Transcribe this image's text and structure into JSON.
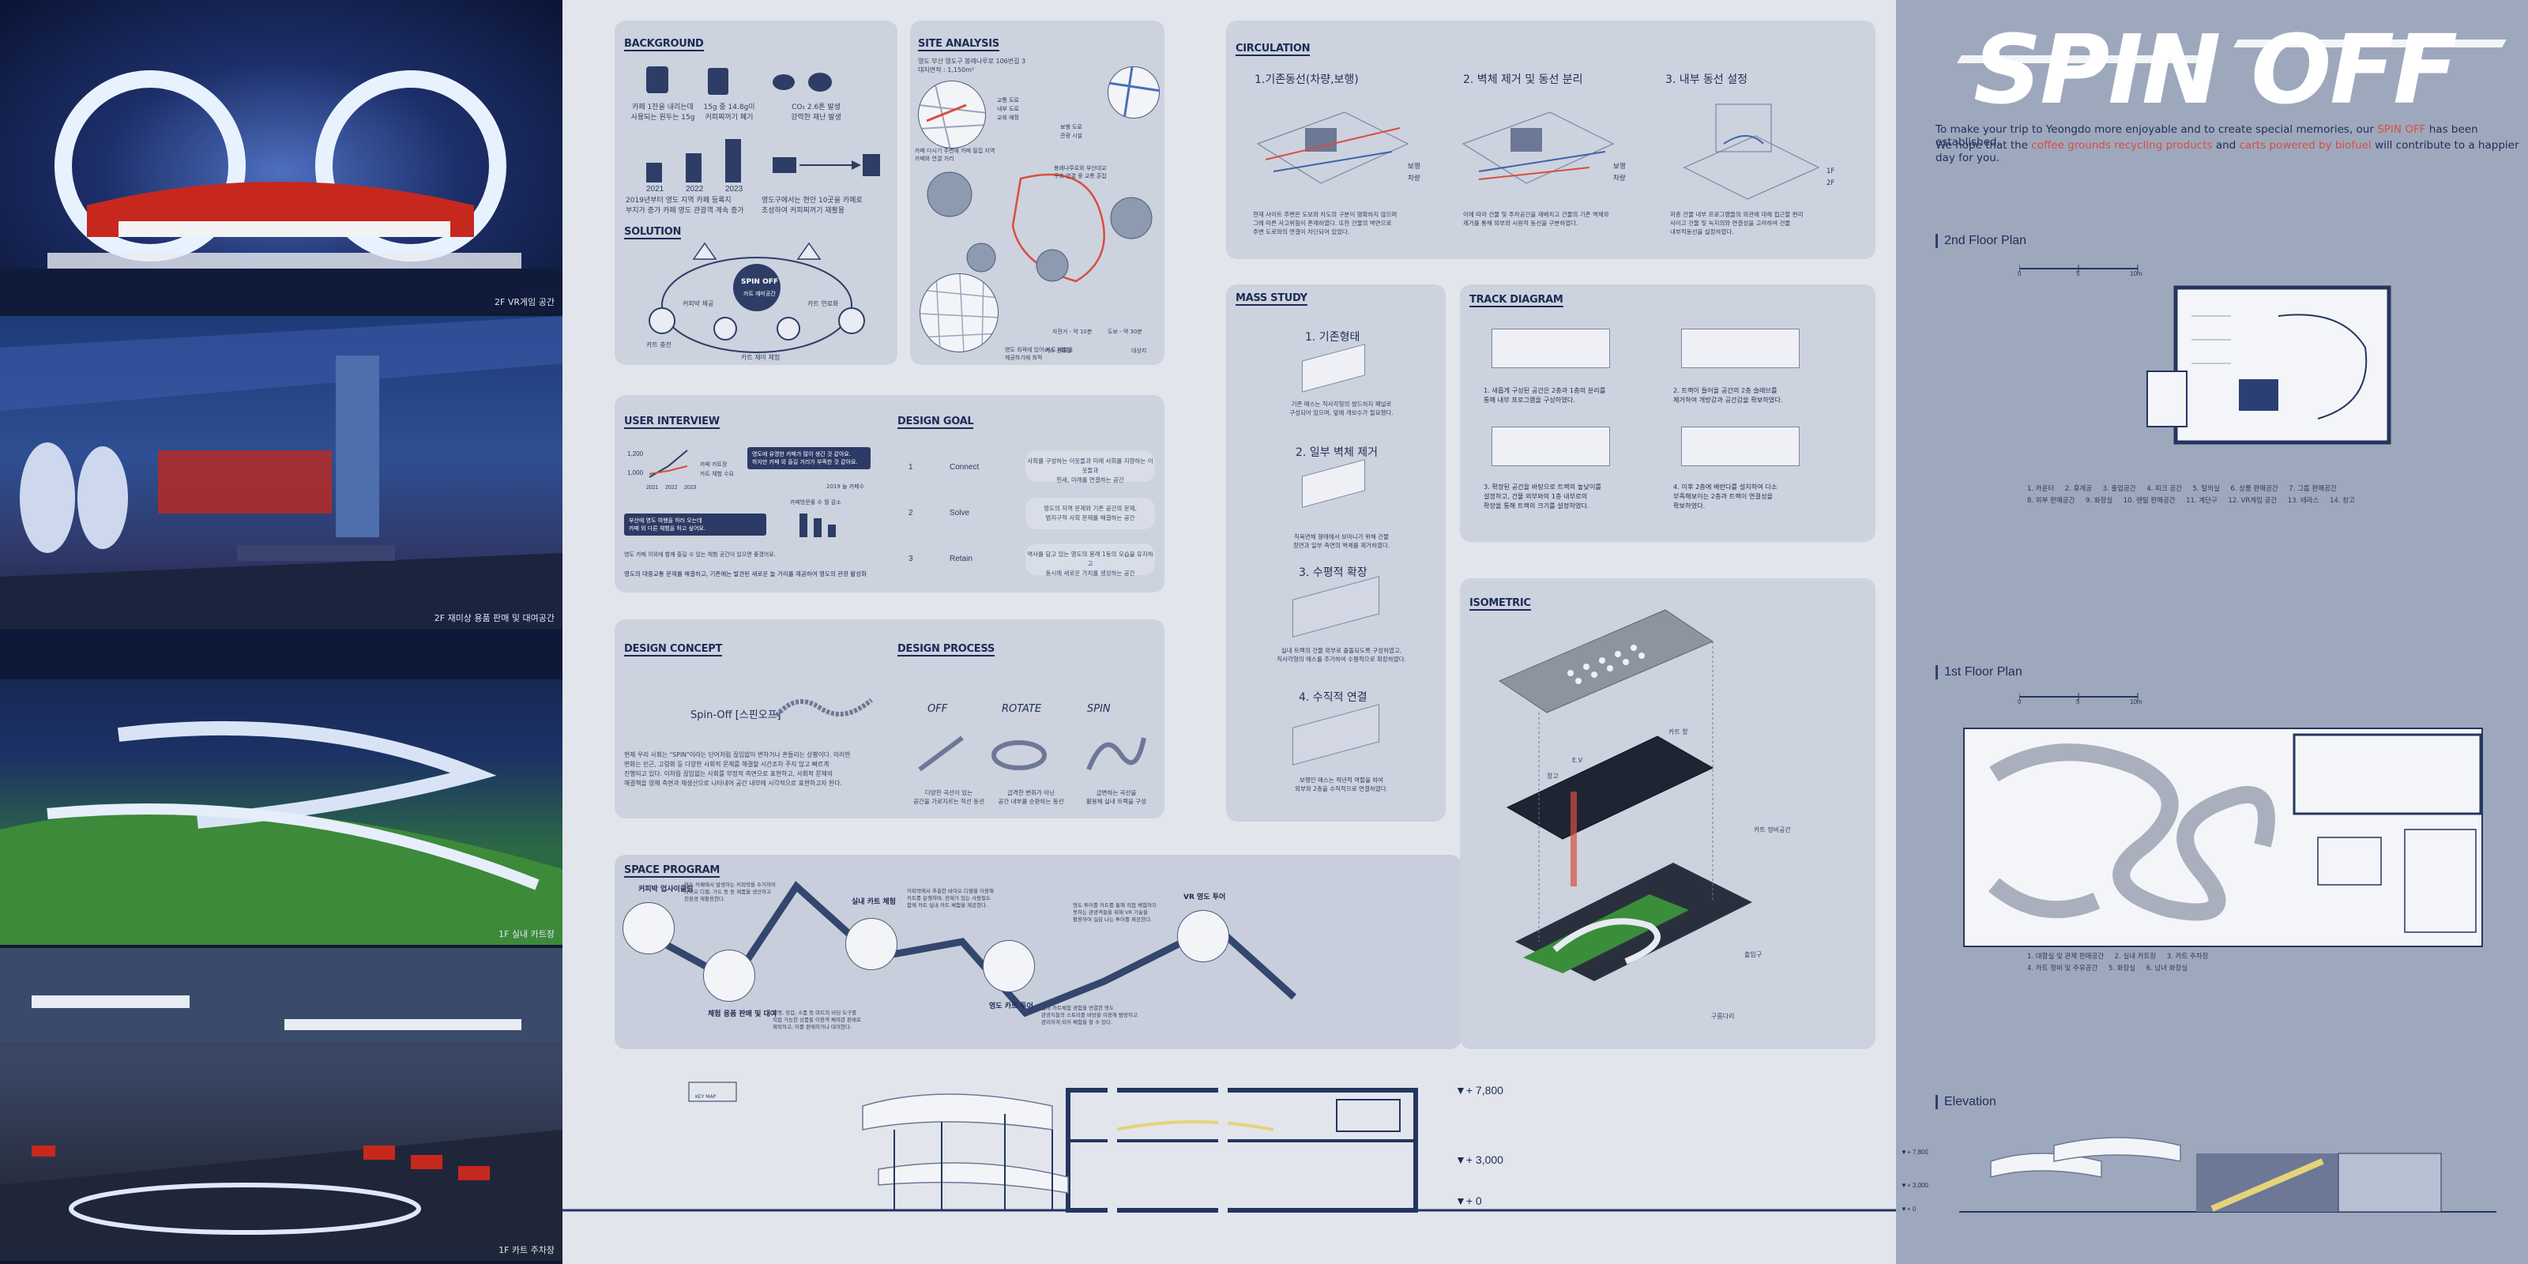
{
  "photos": [
    {
      "caption": "2F VR게임 공간"
    },
    {
      "caption": "2F 재미상 용품 판매 및 대여공간"
    },
    {
      "caption": "1F 실내 카트장"
    },
    {
      "caption": "1F 카트 주차장"
    }
  ],
  "background": {
    "title": "BACKGROUND",
    "note1": "카페 1잔을 내리는데\n사용되는 원두는 15g",
    "note2": "15g 중 14.8g이\n커피찌꺼기 폐기",
    "note3": "CO₂ 2.6톤 발생\n강력한 재난 발생",
    "years": [
      "2021",
      "2022",
      "2023"
    ],
    "text1": "2019년부터 영도 지역 카페 등록지\n부지가 증가 카페 영도 관광객 계속 증가",
    "text2": "영도구에서는 현안 10곳을 카페로\n조성하여 커피찌꺼기 재활용"
  },
  "solution": {
    "title": "SOLUTION",
    "center": "SPIN OFF",
    "center_sub": "카트 재미공간",
    "n1": "커피박 제공",
    "n2": "카트 연료화",
    "n3": "카트 충전",
    "n4": "카트 재미 체험"
  },
  "site": {
    "title": "SITE ANALYSIS",
    "meta": "영도 부산 영도구 봉래나루로 106번길 3\n대지면적 : 1,150m²",
    "legend": [
      "교통 도로",
      "내부 도로",
      "보행 도로",
      "교육 예정",
      "관광 시설"
    ],
    "cap1": "카페 다시기 주변에 카페 밀집 지역\n카페와 연결 거리",
    "cap2": "봉래나루로와 부산대교\n구조 연결 중 교통 혼잡",
    "cap3": "영도 외곽에 있어 카트 체험을\n제공하기에 최적",
    "scale": [
      "자전거 - 약 10분",
      "도보 - 약 30분"
    ],
    "stops": [
      "버스 정류장",
      "대상지"
    ]
  },
  "user": {
    "title": "USER INTERVIEW",
    "years": [
      "2021",
      "2022",
      "2023"
    ],
    "ylabels": [
      "1,200",
      "1,000"
    ],
    "series": [
      "카페 카트장",
      "카트 체험 수요"
    ],
    "q1": "영도에 유명한 카페가 많이 생긴 것 같아요.\n하지만 카페 외 즐길 거리가 부족한 것 같아요.",
    "q2": "부산에 영도 여행을 하러 오는데\n카페 외 다른 체험을 하고 싶어요.",
    "q3": "영도 카페 이외에 함께 즐길 수 있는 체험 공간이 있으면 좋겠어요.",
    "footer": "영도의 대중교통 문제를 해결하고, 기존에는 발견된 새로운 놀 거리를 제공하여 영도의 관광 활성화",
    "stat1": "2019 늘 카페수",
    "stat2": "카페방문률 수 월 감소"
  },
  "goal": {
    "title": "DESIGN GOAL",
    "items": [
      {
        "n": "1",
        "label": "Connect",
        "text": "사회를 구성하는 이웃들과 미래 사회를 지향하는 이웃들과\n현세, 미래를 연결하는 공간"
      },
      {
        "n": "2",
        "label": "Solve",
        "text": "영도의 지역 문제와 기존 공간의 문제,\n범지구적 사회 문제를 해결하는 공간"
      },
      {
        "n": "3",
        "label": "Retain",
        "text": "역사를 담고 있는 영도의 봉래 1동의 모습을 유지하고\n동시에 새로운 가치를 생성하는 공간"
      }
    ]
  },
  "concept": {
    "title": "DESIGN CONCEPT",
    "name": "Spin-Off [스핀오프]",
    "text": "현재 우리 사회는 \"SPIN\"이라는 단어처럼 끊임없이 변하거나 흔들리는 상황이다. 이러한\n변화는 빈곤, 고령화 등 다양한 사회적 문제를 해결할 시간조차 주지 않고 빠르게\n진행되고 있다. 이처럼 끊임없는 사회를 부정적 측면으로 표현하고, 사회적 문제의\n해결책을 영해 측면과 재생산으로 나타내어 공간 내부에 시각적으로 표현하고자 한다."
  },
  "process": {
    "title": "DESIGN PROCESS",
    "steps": [
      {
        "word": "OFF",
        "cap": "다양한 곡선이 있는\n공간을 가로지르는 직선 동선"
      },
      {
        "word": "ROTATE",
        "cap": "급격한 변화가 아닌\n공간 내부를 순환하는 동선"
      },
      {
        "word": "SPIN",
        "cap": "급변하는 곡선을\n활용해 실내 트랙을 구성"
      }
    ]
  },
  "circulation": {
    "title": "CIRCULATION",
    "steps": [
      {
        "label": "1.기존동선(차량,보행)",
        "text": "현재 사이트 주변은 도보와 차도의 구분이 명확하지 않으며\n그에 따른 사고위험이 존재하였다. 또한 건물의 벽면으로\n주변 도로와의 연결이 차단되어 있었다.",
        "legend": [
          "보행",
          "차량"
        ]
      },
      {
        "label": "2. 벽체 제거 및 동선 분리",
        "text": "이에 따라 건물 및 주차공간을 재배치고 건물의 기존 벽체와\n제거를 통해 외부와 시원적 동선을 구분하였다.",
        "legend": [
          "보행",
          "차량"
        ]
      },
      {
        "label": "3. 내부 동선 설정",
        "text": "저층 건물 내부 프로그램들의 외관에 대해 접근할 편리\n사이고 건물 및 녹지의와 연결성을 고려하여 건물\n내부적동선을 설정하였다.",
        "legend": [
          "1F",
          "2F"
        ]
      }
    ]
  },
  "mass": {
    "title": "MASS STUDY",
    "steps": [
      {
        "label": "1. 기존형태",
        "text": "기존 매스는 직사각형의 쌍드히지 패널로\n구성되어 있으며, 앞에 개보수가 필요했다."
      },
      {
        "label": "2. 일부 벽체 제거",
        "text": "직육면체 형태에서 보마니가 위해 건물\n정면과 일부 측면의 벽체를 제거하였다."
      },
      {
        "label": "3. 수평적 확장",
        "text": "실내 트랙의 건물 외부로 출돌되도록 구성하였고,\n직사각형의 매스를 추가하여 수평적으로 확장하였다."
      },
      {
        "label": "4. 수직적 연결",
        "text": "보행인 매스는 적년적 역할을 하여\n외부와 2층을 수직적으로 연결하였다."
      }
    ]
  },
  "track": {
    "title": "TRACK DIAGRAM",
    "steps": [
      {
        "text": "1. 새롭게 구성된 공간은 2층과 1층의 분리를\n통해 내부 프로그램을 구성하였다."
      },
      {
        "text": "2. 트랙이 들어올 공간의 2층 슬래브를\n제거하여 개방감과 공간감을 확보하였다."
      },
      {
        "text": "3. 확장된 공간을 바탕으로 트랙의 높낮이를\n설정하고, 건물 외부와의 1층 내부로의\n확장을 통해 트랙의 크기를 설정하였다."
      },
      {
        "text": "4. 이후 2층에 배란다를 설치하여 다소\n부족해보이는 2층과 트랙이 연결성을\n확보하였다."
      }
    ]
  },
  "isometric": {
    "title": "ISOMETRIC",
    "labels": [
      "카트 창",
      "E.V",
      "창고",
      "카트 정비공간",
      "출입구",
      "구름다리"
    ]
  },
  "program": {
    "title": "SPACE PROGRAM",
    "items": [
      {
        "label": "커피박 업사이클링",
        "text": "영도 카페에서 발생하는 커피박을 수거하여\n바이오 디젤, 가도 등 등 제품을 생산하고\n친환경 재활용한다."
      },
      {
        "label": "체험 용품 판매 및 대여",
        "text": "헬멧, 장갑, 소품 등 마트의 비딩 도구를\n직접 가능한 상품들 이용객 체여관 판매로\n제작하고, 이를 판매하거나 대여한다."
      },
      {
        "label": "실내 카트 체험",
        "text": "커피박에서 추출한 바이오 디젤을 이용해\n카트를 운행하며, 전제가 있는 사람들도\n함께 카트 실내 카트 체험을 제공한다."
      },
      {
        "label": "영도 카트 투어",
        "text": "실내 카트체험 경험을 연결한 영도\n관광지들의 스토리를 바탕을 이용해 탐방하고\n관리하게 되어 체험을 할 수 있다."
      },
      {
        "label": "VR 영도 투어",
        "text": "영도 투어를 카트를 통해 직접 체험하지\n못하는 관광객들을 위해 VR 기술을\n활용하여 실감 나는 투어를 제공한다."
      }
    ]
  },
  "section": {
    "levels": [
      "▼+ 7,800",
      "▼+ 3,000",
      "▼+ 0"
    ],
    "keymap": "KEY MAP"
  },
  "brand": {
    "title": "SPIN OFF",
    "intro1_a": "To make your trip to Yeongdo more enjoyable and to create special memories, our ",
    "intro1_b": "SPIN OFF",
    "intro1_c": " has been established.",
    "intro2_a": "We hope that the ",
    "intro2_b": "coffee grounds recycling products",
    "intro2_c": " and ",
    "intro2_d": "carts powered by biofuel",
    "intro2_e": " will contribute to a happier day for you."
  },
  "plan2": {
    "title": "2nd Floor Plan",
    "scale": [
      "0",
      "5",
      "10m"
    ],
    "legend": [
      "1. 카운터",
      "2. 휴게공",
      "3. 출입공간",
      "4. 피크 공간",
      "5. 탈의실",
      "6. 상품 판매공간",
      "7. 그룹 판매공간",
      "8. 외부 판매공간",
      "9. 화장실",
      "10. 렌털 판매공간",
      "11. 계단구",
      "12. VR게임 공간",
      "13. 테라스",
      "14. 창고"
    ]
  },
  "plan1": {
    "title": "1st Floor Plan",
    "scale": [
      "0",
      "5",
      "10m"
    ],
    "legend": [
      "1. 대합실 및 관제 판매공간",
      "2. 실내 카트장",
      "3. 카트 주차장",
      "4. 카트 정비 및 주유공간",
      "5. 화장실",
      "6. 남녀 화장실"
    ]
  },
  "elevation": {
    "title": "Elevation",
    "levels": [
      "▼+ 7,800",
      "▼+ 3,000",
      "▼+ 0"
    ]
  },
  "colors": {
    "accent": "#d94d3f",
    "navy": "#24365f"
  }
}
